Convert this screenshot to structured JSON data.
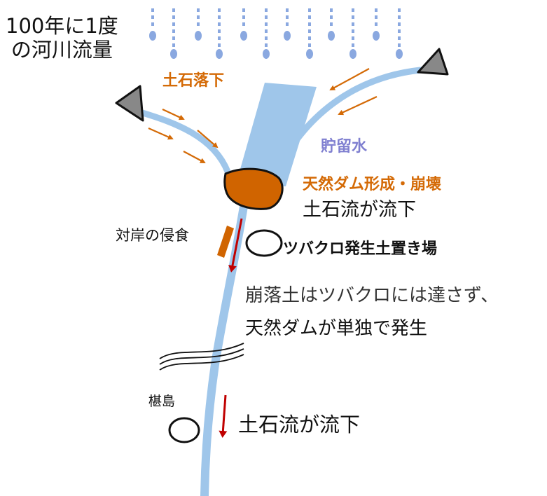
{
  "rain": {
    "line1": "100年に1度",
    "line2": "の河川流量"
  },
  "labels": {
    "sediment_fall": "土石落下",
    "stored_water": "貯留水",
    "dam_formation": "天然ダム形成・崩壊",
    "debris_flow_1": "土石流が流下",
    "bank_erosion": "対岸の侵食",
    "disposal_site": "ツバクロ発生土置き場",
    "note_line1": "崩落土はツバクロには達さず、",
    "note_line2": "天然ダムが単独で発生",
    "place": "椹島",
    "debris_flow_2": "土石流が流下"
  },
  "colors": {
    "river": "#9fc6ea",
    "rain_drop": "#8aa8e0",
    "sediment": "#d06400",
    "orange_text": "#d46a06",
    "stored_water_text": "#7f7fd0",
    "flow_arrow": "#c00000",
    "mountain": "#888888"
  }
}
